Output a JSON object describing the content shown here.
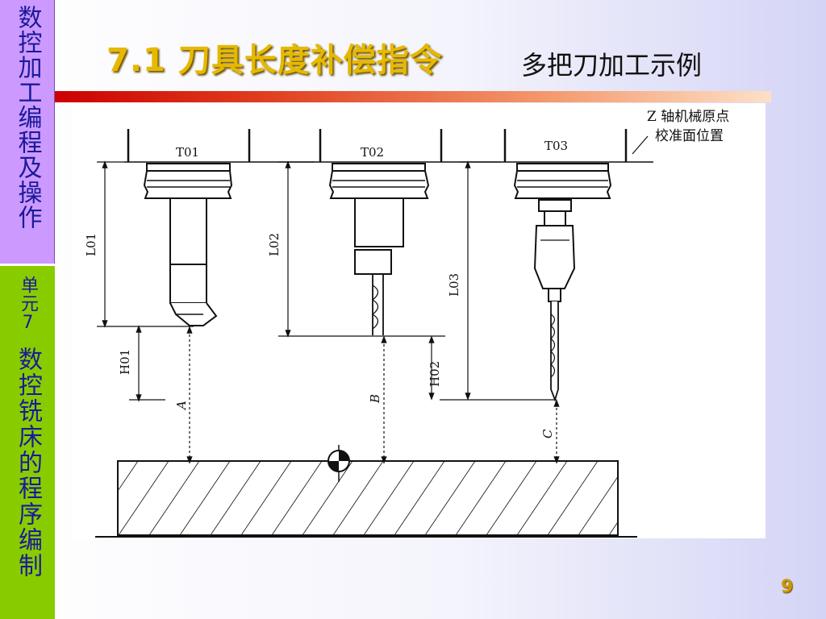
{
  "sidebar": {
    "course_title": "数控加工编程及操作",
    "unit_label": "单元7",
    "unit_title": "数控铣床的程序编制"
  },
  "header": {
    "title": "7.1  刀具长度补偿指令",
    "subtitle": "多把刀加工示例"
  },
  "diagram": {
    "tools": [
      "T01",
      "T02",
      "T03"
    ],
    "length_labels": [
      "L01",
      "L02",
      "L03"
    ],
    "offset_labels": [
      "H01",
      "H02"
    ],
    "distance_labels": [
      "A",
      "B",
      "C"
    ],
    "reference_note_line1": "Z 轴机械原点",
    "reference_note_line2": "校准面位置"
  },
  "footer": {
    "page_number": "9"
  },
  "colors": {
    "sidebar_top": "#cc99ff",
    "sidebar_bottom": "#88cc00",
    "sidebar_text": "#1a1a99",
    "title_gold": "#e6b800",
    "title_bar_red": "#cc0000"
  }
}
